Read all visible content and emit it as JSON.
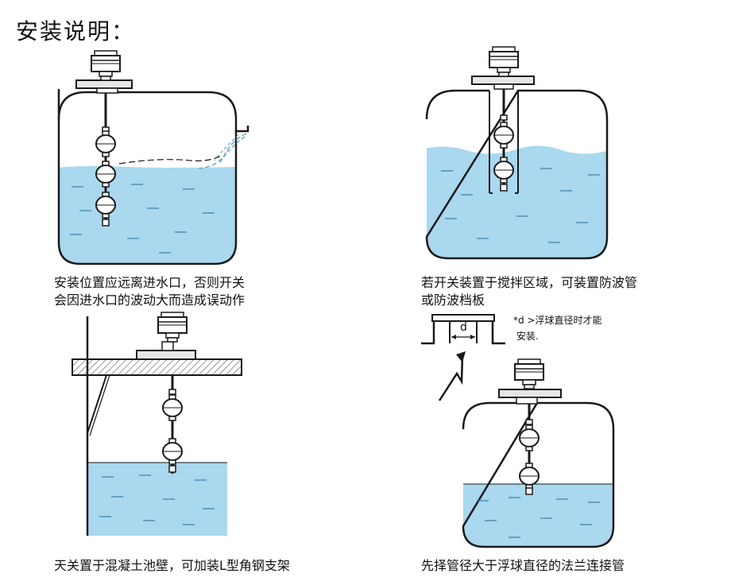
{
  "title": "安装说明：",
  "captions": {
    "top_left": [
      "安装位置应远离进水口，否则开关",
      "会因进水口的波动大而造成误动作"
    ],
    "top_right": [
      "若开关装置于搅拌区域，可装置防波管",
      "或防波档板"
    ],
    "bottom_left": [
      "天关置于混凝土池壁，可加装L型角钢支架"
    ],
    "bottom_right": [
      "先择管径大于浮球直径的法兰连接管"
    ]
  },
  "note": {
    "line1": "*d >浮球直径时才能",
    "line2": "安装.",
    "d_label": "d"
  },
  "colors": {
    "water": "#a9d8ef",
    "stroke": "#1a1a1a",
    "flange": "#e6e6e6",
    "hatch": "#555555"
  }
}
